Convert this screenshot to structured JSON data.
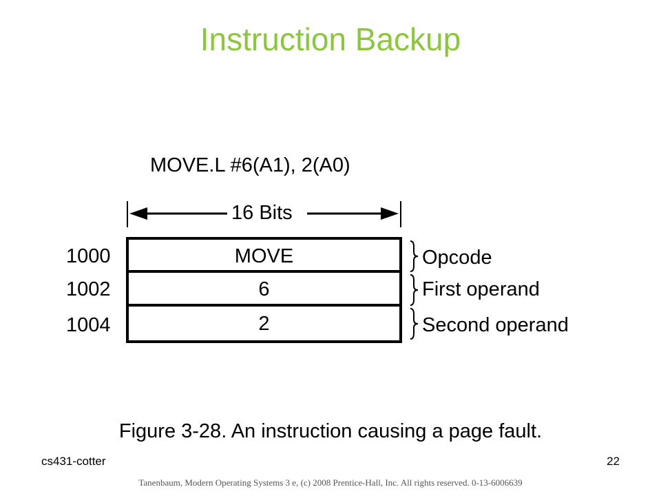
{
  "slide": {
    "title": "Instruction Backup",
    "instruction": "MOVE.L #6(A1), 2(A0)",
    "width_label": "16 Bits",
    "caption": "Figure 3-28. An instruction causing a page fault.",
    "footer_left": "cs431-cotter",
    "slide_number": "22",
    "copyright": "Tanenbaum, Modern Operating Systems 3 e, (c) 2008 Prentice-Hall, Inc. All rights reserved. 0-13-6006639"
  },
  "memory": {
    "rows": [
      {
        "address": "1000",
        "content": "MOVE",
        "label": "Opcode"
      },
      {
        "address": "1002",
        "content": "6",
        "label": "First operand"
      },
      {
        "address": "1004",
        "content": "2",
        "label": "Second operand"
      }
    ]
  },
  "colors": {
    "title": "#8cc63e",
    "line": "#000000"
  }
}
